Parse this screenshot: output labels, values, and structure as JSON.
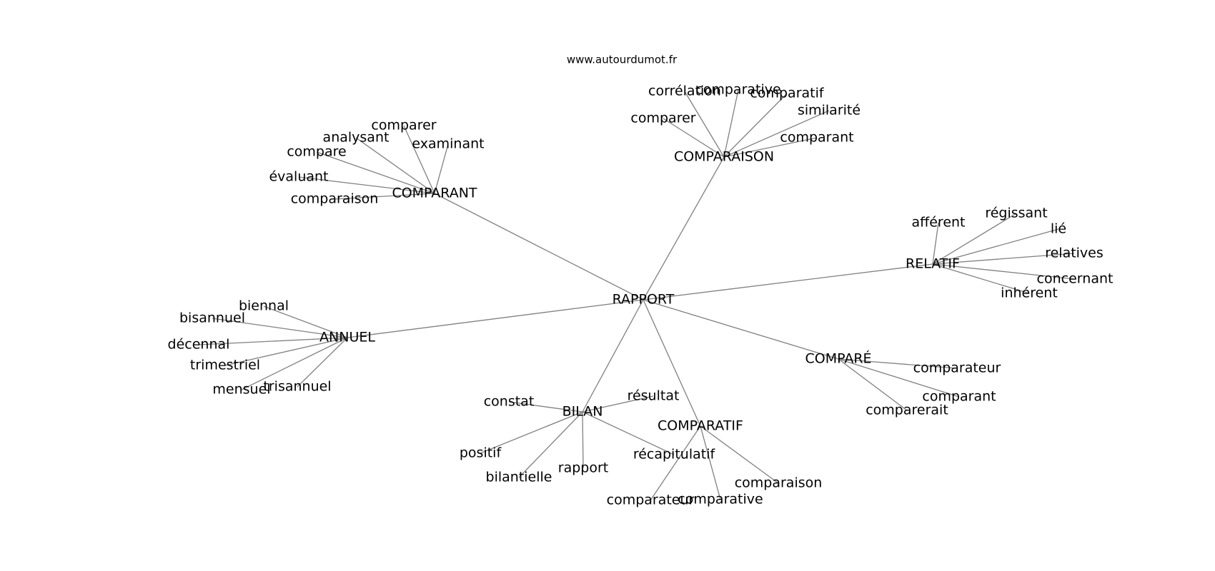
{
  "site_label": "www.autourdumot.fr",
  "colors": {
    "edge": "#808080",
    "text": "#000000",
    "background": "#ffffff"
  },
  "root": "RAPPORT",
  "clusters": [
    {
      "hub": "COMPARAISON",
      "leaves": [
        "corrélation",
        "comparative",
        "comparatif",
        "similarité",
        "comparer",
        "comparant"
      ]
    },
    {
      "hub": "COMPARANT",
      "leaves": [
        "comparer",
        "analysant",
        "examinant",
        "compare",
        "évaluant",
        "comparaison"
      ]
    },
    {
      "hub": "RELATIF",
      "leaves": [
        "afférent",
        "régissant",
        "lié",
        "relatives",
        "concernant",
        "inhérent"
      ]
    },
    {
      "hub": "ANNUEL",
      "leaves": [
        "biennal",
        "bisannuel",
        "décennal",
        "trimestriel",
        "mensuel",
        "trisannuel"
      ]
    },
    {
      "hub": "COMPARÉ",
      "leaves": [
        "comparateur",
        "comparant",
        "comparerait"
      ]
    },
    {
      "hub": "BILAN",
      "leaves": [
        "constat",
        "résultat",
        "positif",
        "bilantielle",
        "rapport",
        "récapitulatif"
      ]
    },
    {
      "hub": "COMPARATIF",
      "leaves": [
        "comparaison",
        "comparateur",
        "comparative"
      ]
    }
  ]
}
